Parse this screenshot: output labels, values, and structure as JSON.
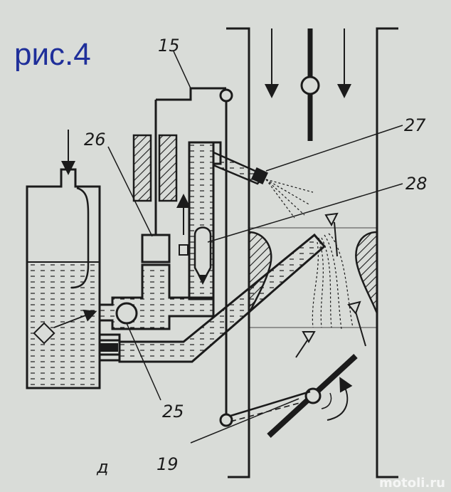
{
  "figure": {
    "title": "рис.4",
    "labels": {
      "l15": "15",
      "l26": "26",
      "l27": "27",
      "l28": "28",
      "l25": "25",
      "l19": "19",
      "ld": "д"
    },
    "watermark": "motoli.ru"
  },
  "colors": {
    "background": "#d9dcd8",
    "ink": "#1b1b1b",
    "title": "#1f2f9a"
  }
}
